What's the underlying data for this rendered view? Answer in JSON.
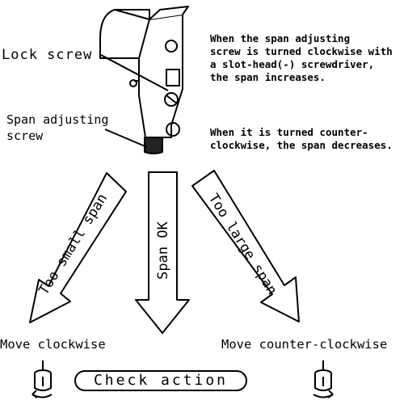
{
  "labels": {
    "lock_screw": "Lock screw",
    "span_adjusting_line1": "Span adjusting",
    "span_adjusting_line2": "screw"
  },
  "notes": {
    "increase": "When the span adjusting\nscrew is turned clockwise with\na slot-head(-) screwdriver,\nthe span increases.",
    "decrease": "When it is turned counter-\nclockwise, the span decreases."
  },
  "arrows": {
    "left": "Too small span",
    "middle": "Span OK",
    "right": "Too large span"
  },
  "actions": {
    "clockwise": "Move clockwise",
    "counter_clockwise": "Move counter-clockwise",
    "check": "Check action"
  }
}
